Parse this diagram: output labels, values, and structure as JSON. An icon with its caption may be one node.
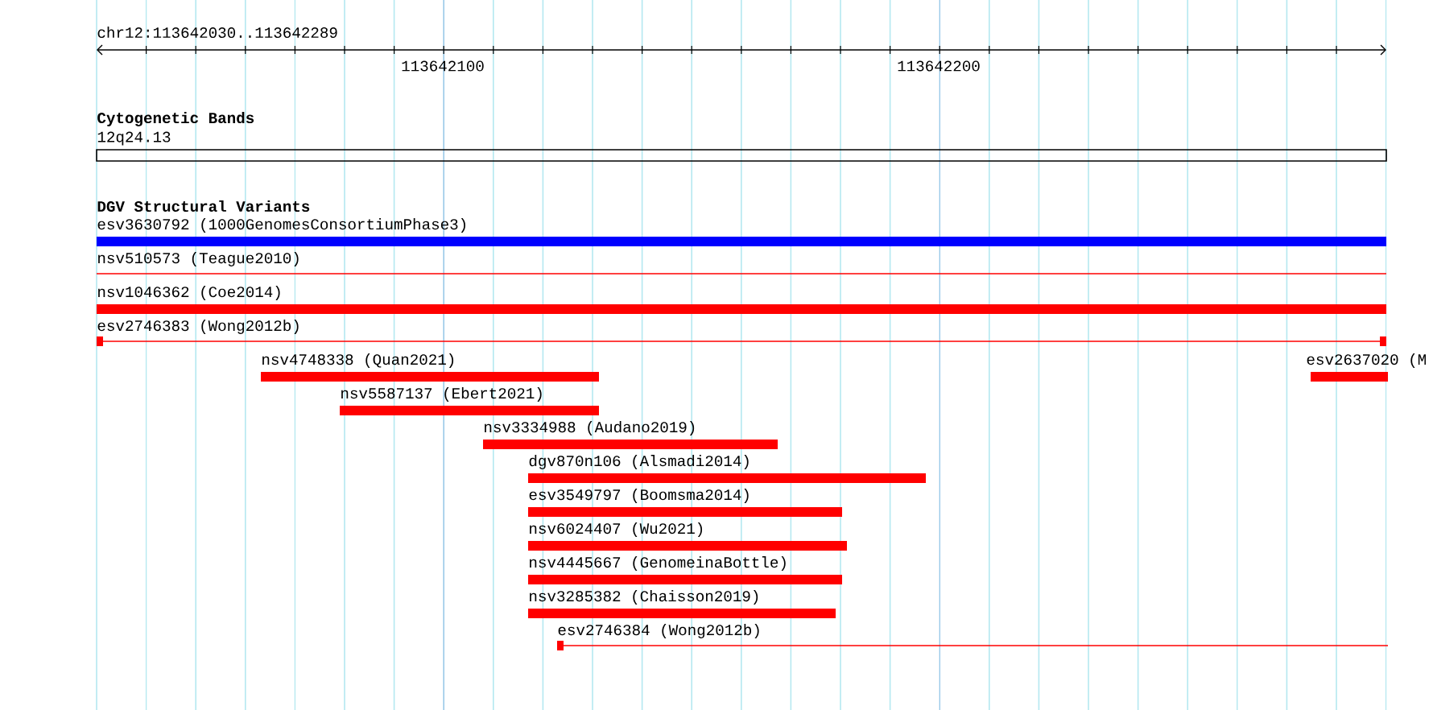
{
  "diagram": {
    "nodes": [
      {
        "text": [
          "12q24.13"
        ]
      },
      {
        "text": [
          "esv3630792 (1000GenomesConsortiumPhase3)"
        ]
      },
      {
        "text": [
          "nsv510573 (Teague2010)"
        ]
      },
      {
        "text": [
          "nsv1046362 (Coe2014)"
        ]
      },
      {
        "text": [
          "esv2746383 (Wong2012b)"
        ]
      },
      {
        "text": [
          "nsv4748338 (Quan2021)"
        ]
      },
      {
        "text": [
          "esv2637020 (M"
        ]
      },
      {
        "text": [
          "nsv5587137 (Ebert2021)"
        ]
      },
      {
        "text": [
          "nsv3334988 (Audano2019)"
        ]
      },
      {
        "text": [
          "dgv870n106 (Alsmadi2014)"
        ]
      },
      {
        "text": [
          "esv3549797 (Boomsma2014)"
        ]
      },
      {
        "text": [
          "nsv6024407 (Wu2021)"
        ]
      },
      {
        "text": [
          "nsv4445667 (GenomeinaBottle)"
        ]
      },
      {
        "text": [
          "nsv3285382 (Chaisson2019)"
        ]
      },
      {
        "text": [
          "esv2746384 (Wong2012b)"
        ]
      }
    ],
    "edges": [],
    "labels": [
      "chr12:113642030..113642289",
      "113642100",
      "113642200",
      "Cytogenetic Bands",
      "DGV Structural Variants"
    ]
  }
}
